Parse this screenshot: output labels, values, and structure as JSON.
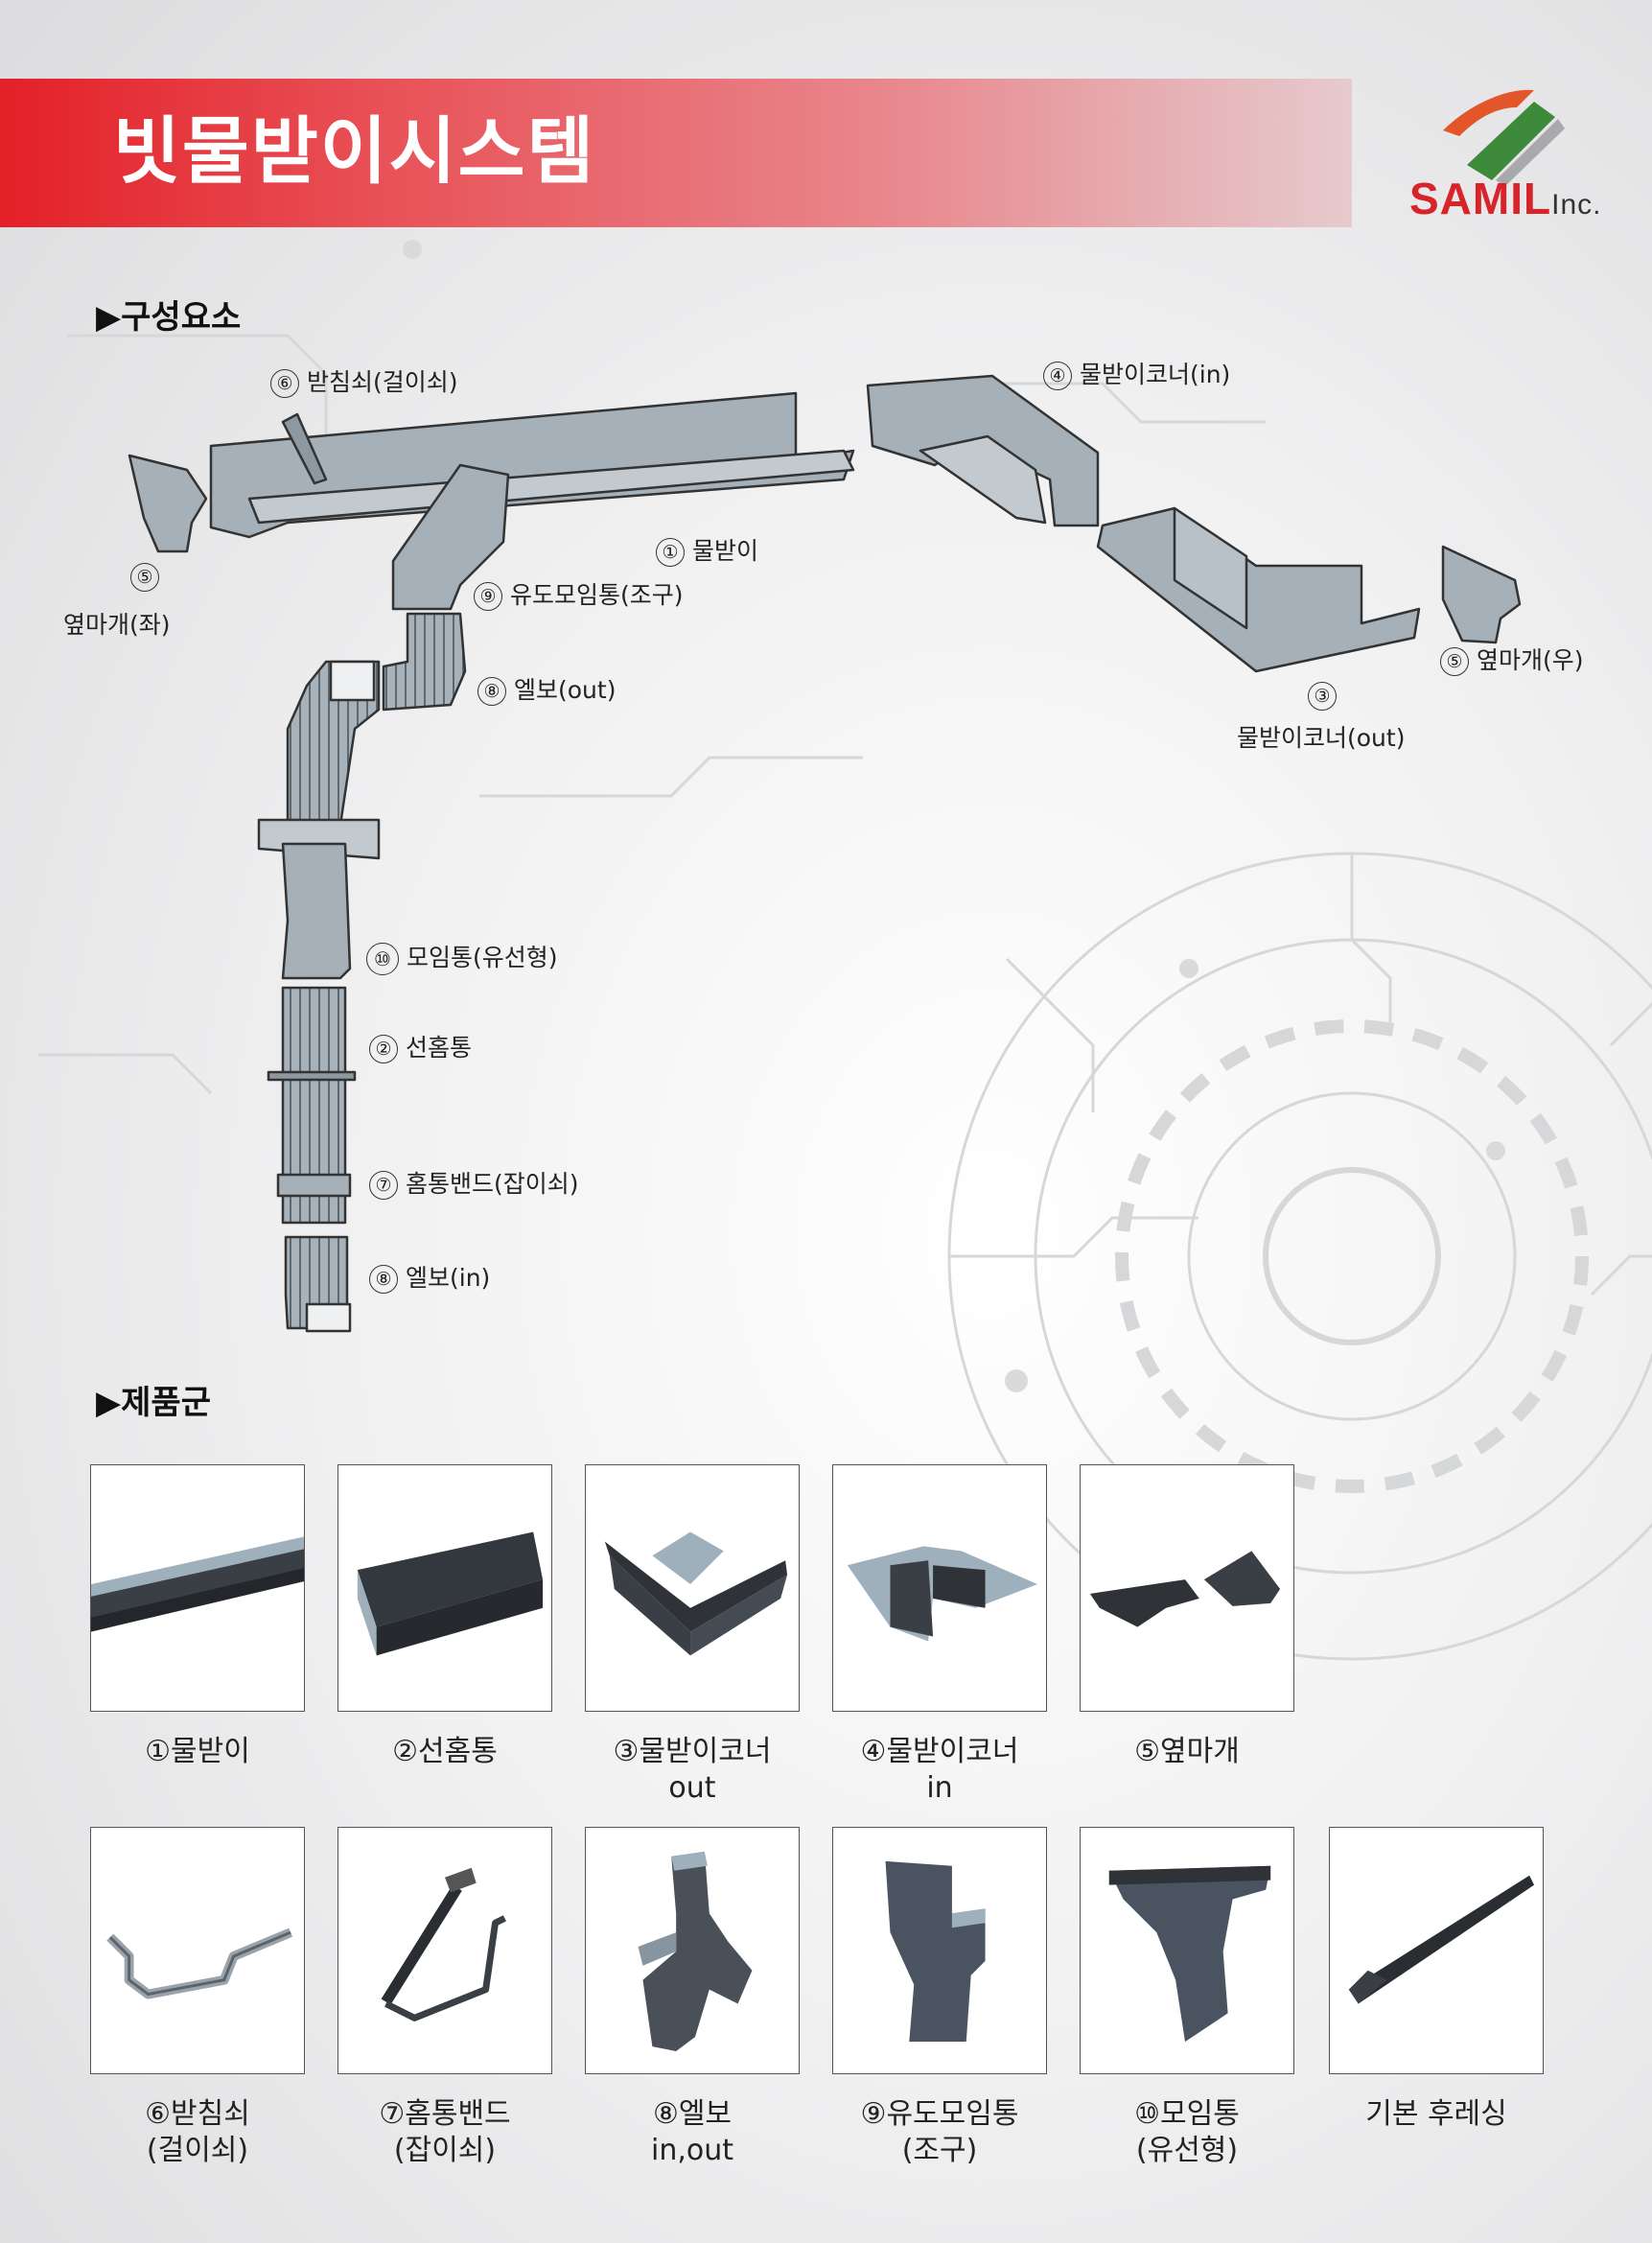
{
  "header": {
    "title": "빗물받이시스템"
  },
  "logo": {
    "text": "SAMIL",
    "suffix": "Inc.",
    "colors": {
      "orange": "#e2562a",
      "green": "#3c8a3a",
      "red": "#d8232a",
      "gray": "#555555"
    }
  },
  "sections": {
    "components": "▶구성요소",
    "products": "▶제품군"
  },
  "diagram_labels": {
    "l6": {
      "num": "⑥",
      "text": "받침쇠(걸이쇠)"
    },
    "l4": {
      "num": "④",
      "text": "물받이코너(in)"
    },
    "l1": {
      "num": "①",
      "text": "물받이"
    },
    "l9": {
      "num": "⑨",
      "text": "유도모임통(조구)"
    },
    "l5left": {
      "num": "⑤",
      "text": "옆마개(좌)"
    },
    "l8out": {
      "num": "⑧",
      "text": "엘보(out)"
    },
    "l5right": {
      "num": "⑤",
      "text": "옆마개(우)"
    },
    "l3": {
      "num": "③",
      "text": "물받이코너(out)"
    },
    "l10": {
      "num": "⑩",
      "text": "모임통(유선형)"
    },
    "l2": {
      "num": "②",
      "text": "선홈통"
    },
    "l7": {
      "num": "⑦",
      "text": "홈통밴드(잡이쇠)"
    },
    "l8in": {
      "num": "⑧",
      "text": "엘보(in)"
    }
  },
  "products": [
    {
      "line1": "①물받이",
      "line2": "",
      "icon": "gutter-icon"
    },
    {
      "line1": "②선홈통",
      "line2": "",
      "icon": "downpipe-icon"
    },
    {
      "line1": "③물받이코너",
      "line2": "out",
      "icon": "corner-out-icon"
    },
    {
      "line1": "④물받이코너",
      "line2": "in",
      "icon": "corner-in-icon"
    },
    {
      "line1": "⑤옆마개",
      "line2": "",
      "icon": "end-cap-icon"
    },
    {
      "line1": "⑥받침쇠",
      "line2": "(걸이쇠)",
      "icon": "bracket-icon"
    },
    {
      "line1": "⑦홈통밴드",
      "line2": "(잡이쇠)",
      "icon": "pipe-band-icon"
    },
    {
      "line1": "⑧엘보",
      "line2": "in,out",
      "icon": "elbow-icon"
    },
    {
      "line1": "⑨유도모임통",
      "line2": "(조구)",
      "icon": "outlet-icon"
    },
    {
      "line1": "⑩모임통",
      "line2": "(유선형)",
      "icon": "collector-icon"
    },
    {
      "line1": "기본 후레싱",
      "line2": "",
      "icon": "flashing-icon"
    }
  ],
  "palette": {
    "metal_light": "#a9b4bd",
    "metal_mid": "#7f8b95",
    "metal_dark": "#2f3338",
    "product_dark": "#3a3f46",
    "product_light": "#9fb0bd"
  }
}
